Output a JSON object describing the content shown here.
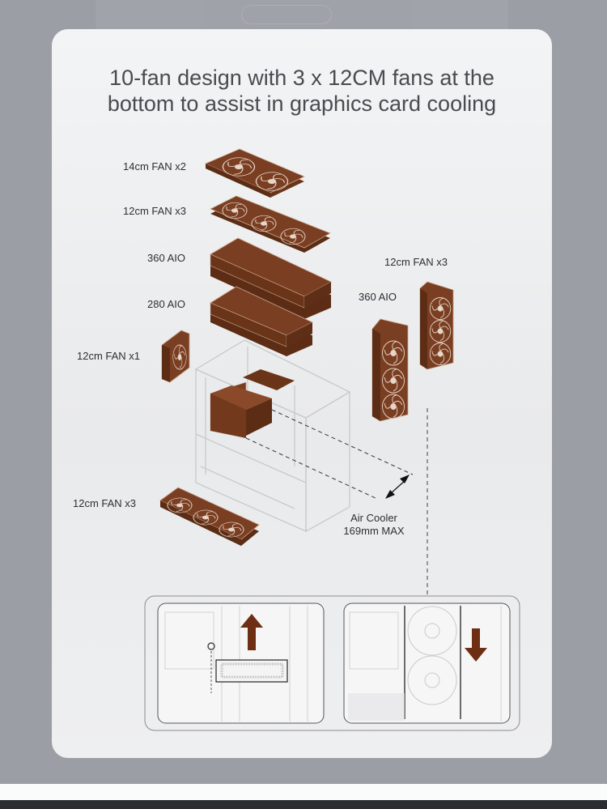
{
  "headline": {
    "line1": "10-fan design with 3 x 12CM fans at the",
    "line2": "bottom to assist in graphics card cooling"
  },
  "labels": {
    "top_fans_14": "14cm FAN x2",
    "top_fans_12": "12cm FAN x3",
    "top_aio_360": "360 AIO",
    "top_aio_280": "280 AIO",
    "rear_fan": "12cm FAN x1",
    "side_fans": "12cm FAN x3",
    "side_aio": "360 AIO",
    "bottom_fans": "12cm FAN x3",
    "air_cooler_line1": "Air Cooler",
    "air_cooler_line2": "169mm MAX"
  },
  "colors": {
    "accent_brown": "#7a3f22",
    "background": "#9c9ea5",
    "card": "#f0f1f2",
    "text": "#4a4b4e"
  },
  "icons": {
    "arrow_up": "arrow-up-icon",
    "arrow_down": "arrow-down-icon"
  }
}
